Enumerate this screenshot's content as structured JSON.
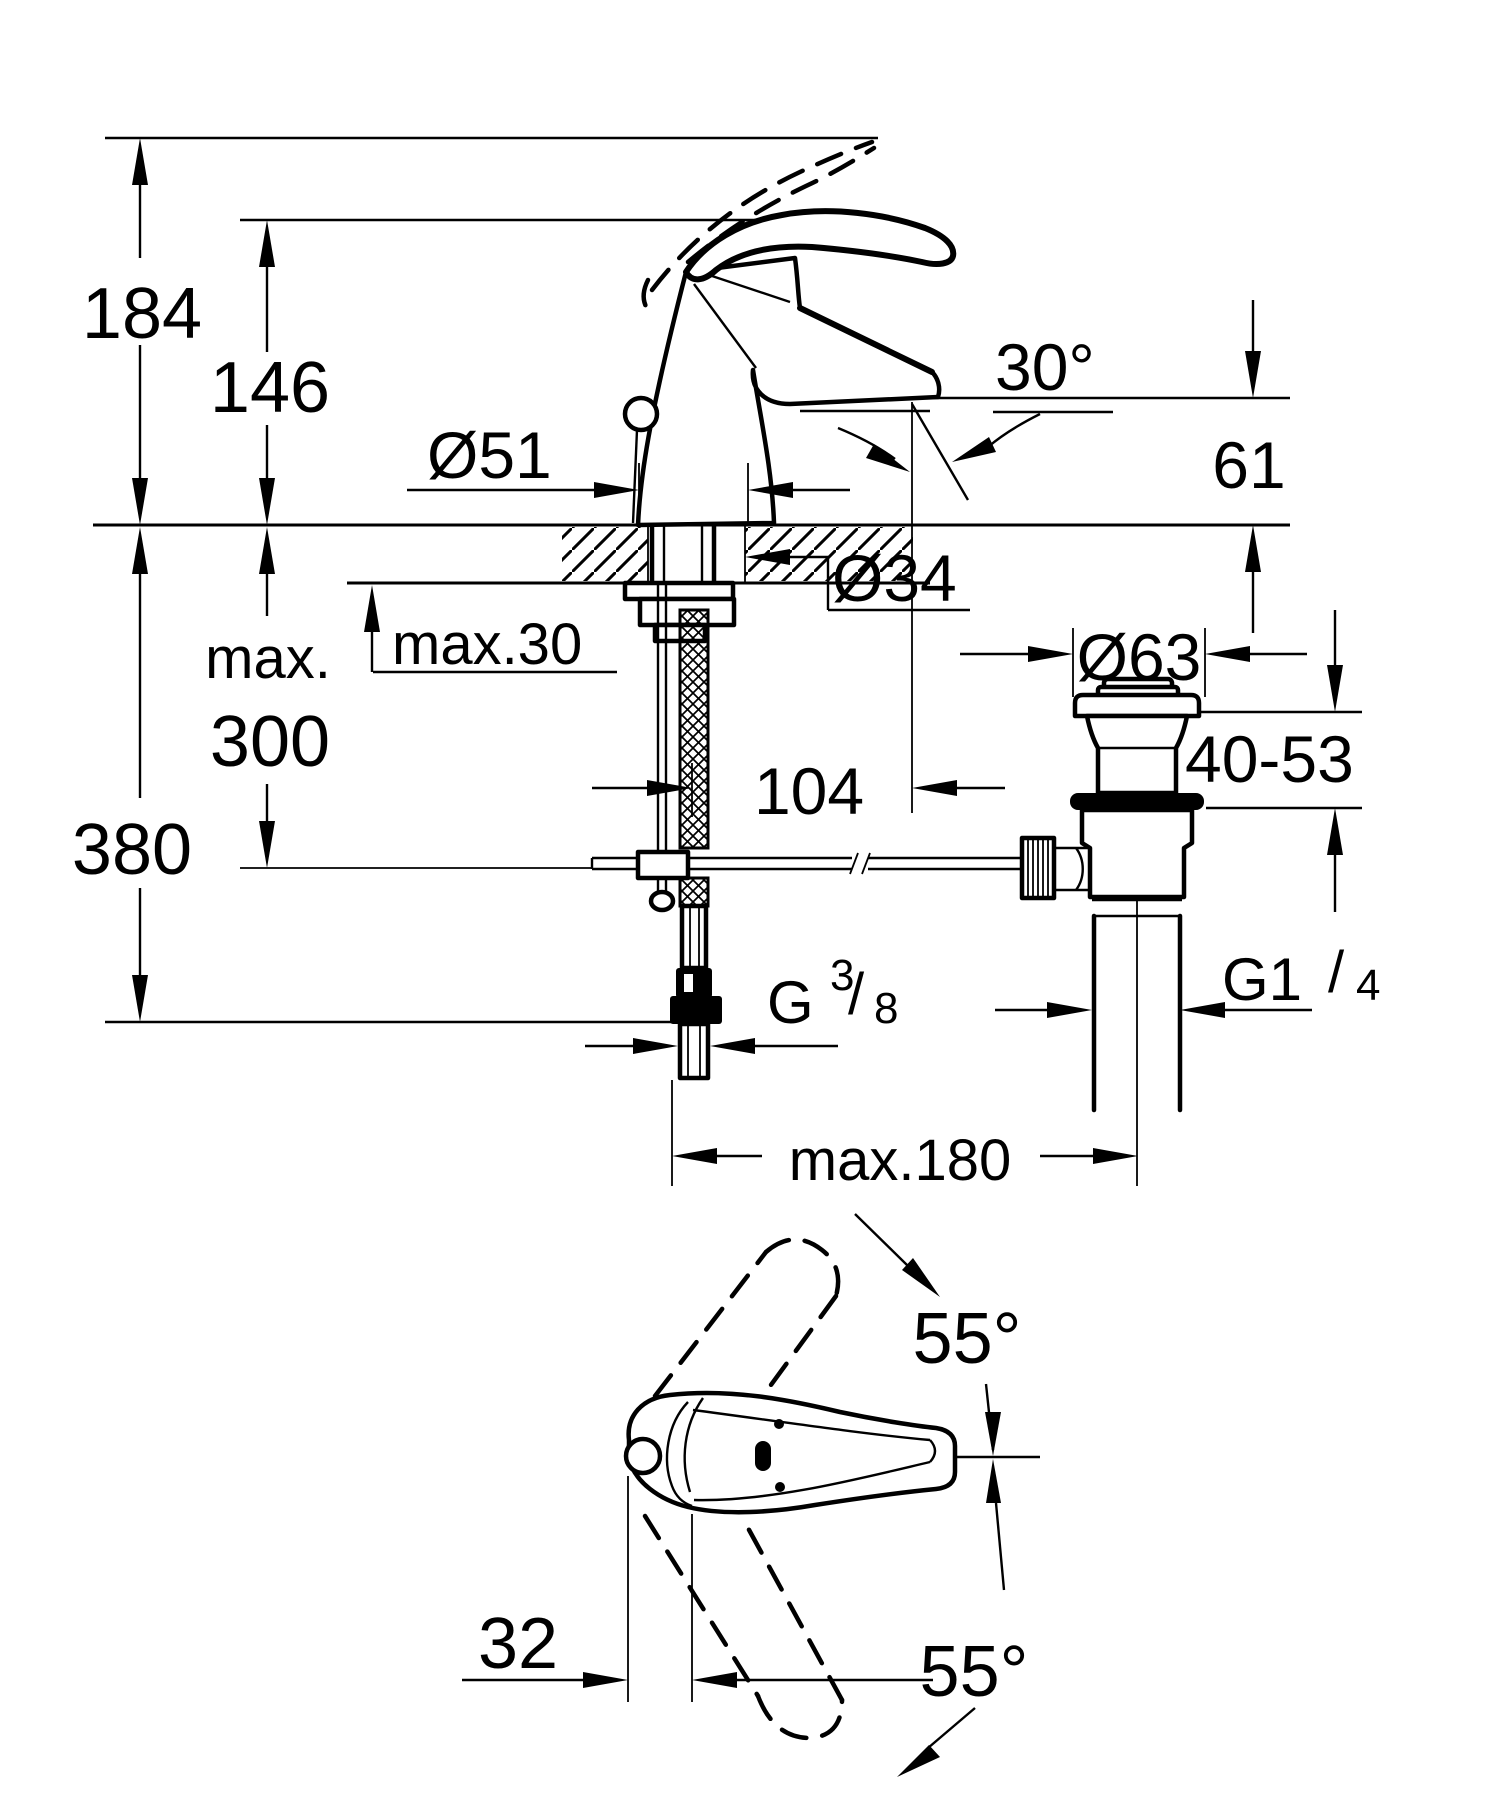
{
  "drawing": {
    "kind": "single-hole basin mixer installation dimension drawing",
    "views": [
      "front elevation with countertop cross-section",
      "handle plan view with swivel range"
    ],
    "line_color": "#000000",
    "background": "#ffffff",
    "labels": {
      "height_to_open_handle": "184",
      "height_to_handle": "146",
      "body_diameter": "Ø51",
      "spout_angle": "30°",
      "spout_height": "61",
      "deck_thickness_max": "max.30",
      "hole_diameter": "Ø34",
      "spout_reach": "104",
      "drain_flange_diameter": "Ø63",
      "hose_depth_max_word": "max.",
      "hose_depth_max_value": "300",
      "total_depth": "380",
      "drain_clamp_range": "40-53",
      "supply_thread_base": "G",
      "supply_thread_numerator": "3",
      "supply_thread_slash": "/",
      "supply_thread_denominator": "8",
      "drain_thread_base": "G1",
      "drain_thread_numerator": "1",
      "drain_thread_slash": "/",
      "drain_thread_denominator": "4",
      "rod_reach_max": "max.180",
      "handle_swivel_upper": "55°",
      "handle_swivel_lower": "55°",
      "handle_offset": "32"
    }
  }
}
